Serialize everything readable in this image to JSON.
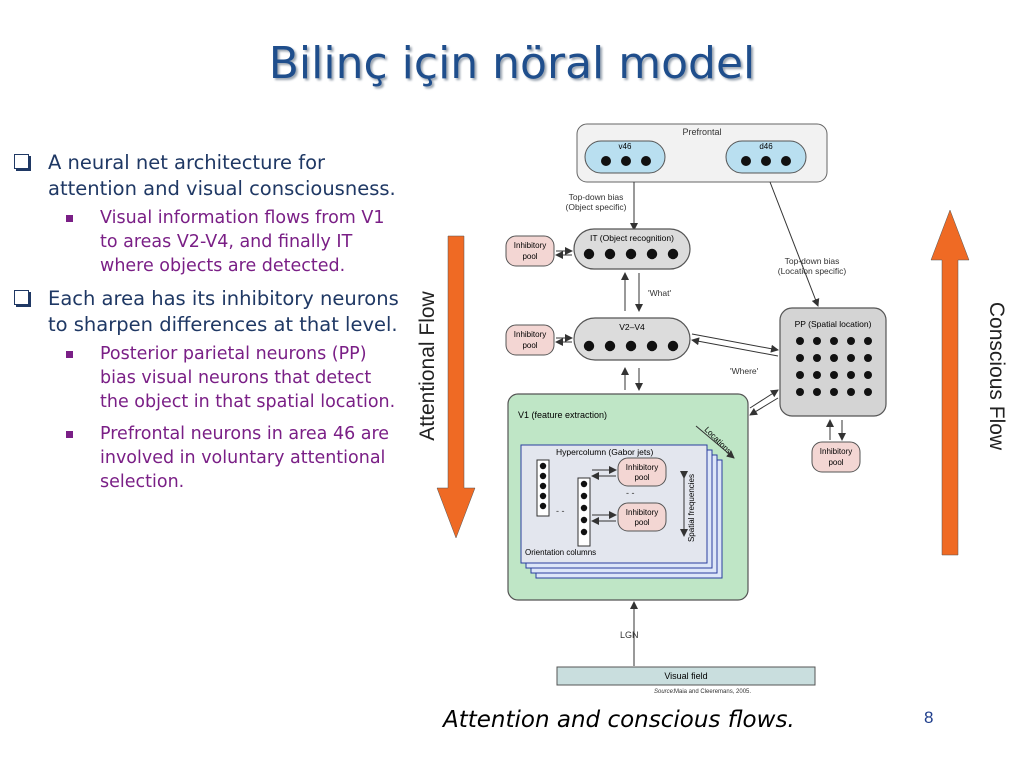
{
  "slide": {
    "title": "Bilinç için nöral model",
    "caption": "Attention and conscious flows.",
    "page_number": "8"
  },
  "bullets": [
    {
      "level": 1,
      "text": "A neural net architecture for attention and visual consciousness."
    },
    {
      "level": 2,
      "text": "Visual information flows from V1 to areas V2-V4, and finally IT where objects are detected."
    },
    {
      "level": 1,
      "text": "Each area has its inhibitory neurons to sharpen differences at that level."
    },
    {
      "level": 2,
      "text": "Posterior parietal neurons (PP) bias visual neurons that detect the object in that spatial location."
    },
    {
      "level": 2,
      "text": "Prefrontal neurons in area 46 are involved in voluntary attentional selection."
    }
  ],
  "diagram": {
    "prefrontal": "Prefrontal",
    "v46": "v46",
    "d46": "d46",
    "topdown_object": [
      "Top-down bias",
      "(Object specific)"
    ],
    "topdown_location": [
      "Top-down bias",
      "(Location specific)"
    ],
    "it": "IT (Object recognition)",
    "v2v4": "V2–V4",
    "pp": "PP (Spatial location)",
    "inhibitory_pool": [
      "Inhibitory",
      "pool"
    ],
    "what": "'What'",
    "where": "'Where'",
    "v1": "V1 (feature extraction)",
    "hypercolumn": "Hypercolumn (Gabor jets)",
    "locations": "Locations",
    "spatial_frequencies": "Spatial frequencies",
    "orientation_columns": "Orientation columns",
    "lgn": "LGN",
    "visual_field": "Visual field",
    "source_prefix": "Source:",
    "source": "Maia and Cleeremans, 2005.",
    "attentional_flow": "Attentional Flow",
    "conscious_flow": "Conscious Flow",
    "colors": {
      "node_fill": "#b9dff0",
      "inhibitory_fill": "#f3d6d3",
      "v1_fill": "#bfe6c6",
      "pp_fill": "#d4d4d4",
      "arrow_orange": "#ef6a24"
    }
  }
}
